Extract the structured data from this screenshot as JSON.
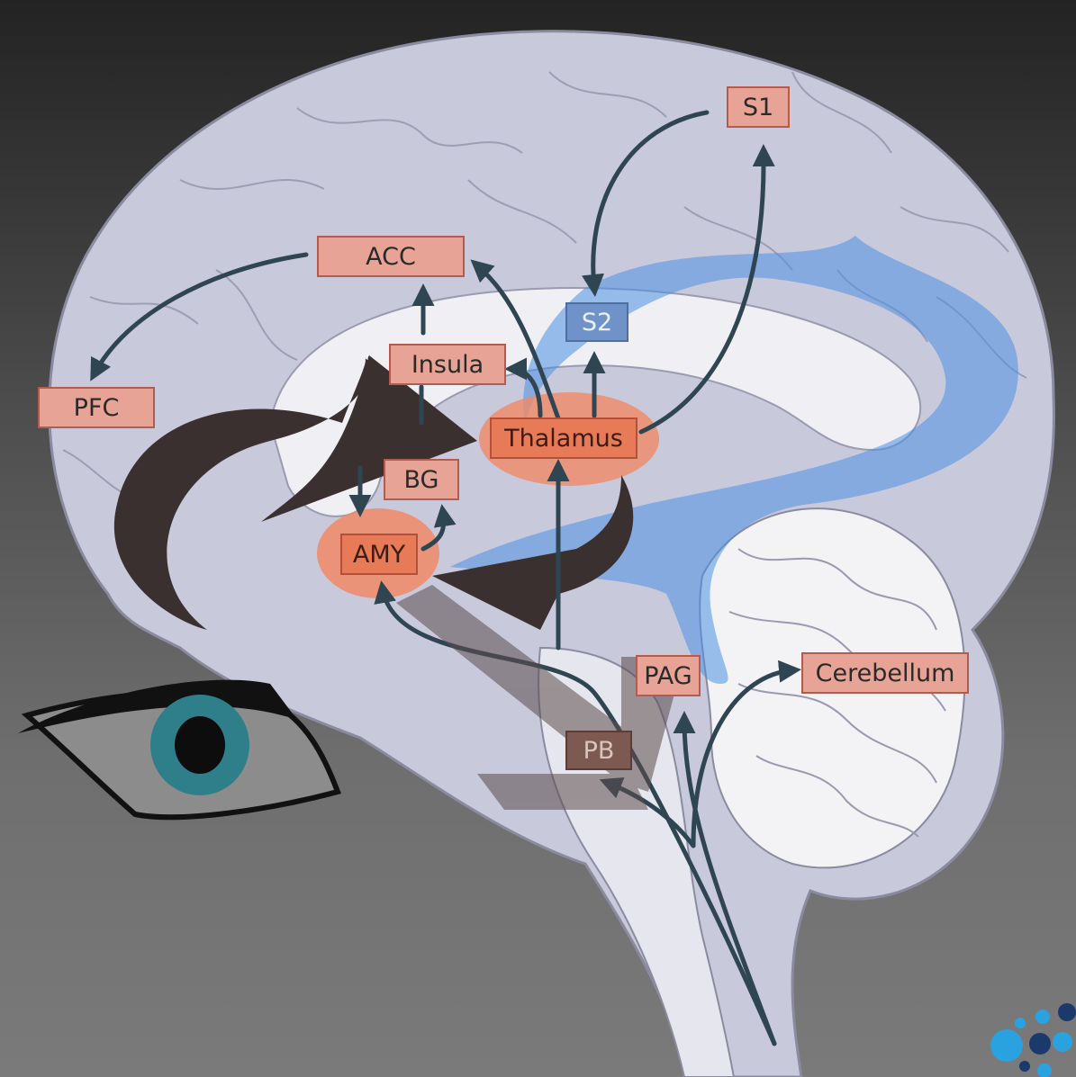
{
  "regions": {
    "s1": "S1",
    "acc": "ACC",
    "s2": "S2",
    "insula": "Insula",
    "pfc": "PFC",
    "thalamus": "Thalamus",
    "bg": "BG",
    "amy": "AMY",
    "pag": "PAG",
    "cerebellum": "Cerebellum",
    "pb": "PB"
  },
  "colors": {
    "brain": "#c9c9dc",
    "brain_outline": "#8b8ba0",
    "white_matter": "#efeff4",
    "arrow": "#2f4652",
    "big_arrow": "#3a302f",
    "blue_stream": "#4a90e2",
    "thalamus_glow": "#f08a66",
    "label_fill": "#e7a395"
  },
  "icons": {
    "eye": "eye-icon",
    "logo": "dots-logo-icon"
  }
}
